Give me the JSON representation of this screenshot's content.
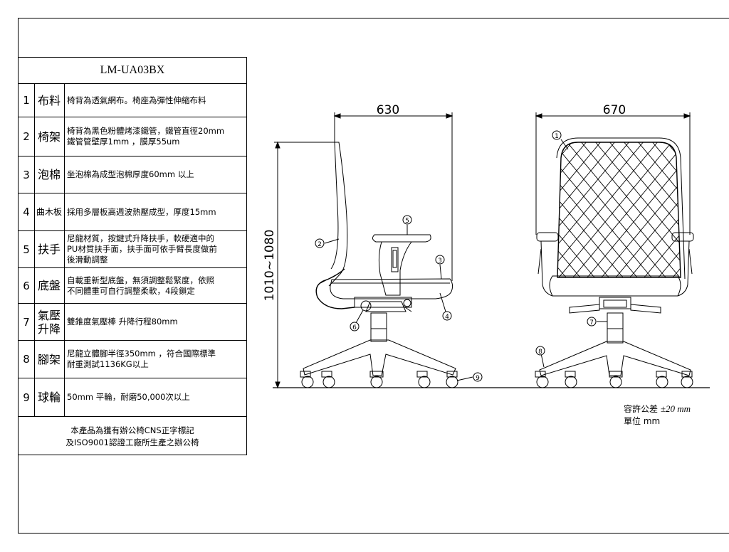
{
  "spec_table": {
    "model": "LM-UA03BX",
    "rows": [
      {
        "num": "1",
        "name": "布料",
        "desc": "椅背為透氣網布。椅座為彈性伸縮布料"
      },
      {
        "num": "2",
        "name": "椅架",
        "desc": "椅背為黑色粉體烤漆鐵管，鐵管直徑20mm\n鐵管管壁厚1mm ，膜厚55um"
      },
      {
        "num": "3",
        "name": "泡棉",
        "desc": "坐泡棉為成型泡棉厚度60mm 以上"
      },
      {
        "num": "4",
        "name": "曲木板",
        "desc": "採用多層板高週波熱壓成型，厚度15mm"
      },
      {
        "num": "5",
        "name": "扶手",
        "desc": "尼龍材質，按鍵式升降扶手，軟硬適中的\nPU材質扶手面，扶手面可依手臂長度做前\n後滑動調整"
      },
      {
        "num": "6",
        "name": "底盤",
        "desc": "自載重新型底盤，無須調整鬆緊度，依照\n不同體重可自行調整柔軟，4段鎖定"
      },
      {
        "num": "7",
        "name": "氣壓\n升降",
        "desc": "雙錐度氣壓棒  升降行程80mm"
      },
      {
        "num": "8",
        "name": "腳架",
        "desc": "尼龍立體腳半徑350mm ，符合國際標準\n耐重測試1136KG以上"
      },
      {
        "num": "9",
        "name": "球輪",
        "desc": "50mm 平輪，耐磨50,000次以上"
      }
    ],
    "note": "本產品為獲有辦公椅CNS正字標記\n及ISO9001認證工廠所生產之辦公椅"
  },
  "dimensions": {
    "depth": "630",
    "width": "670",
    "height": "1010~1080"
  },
  "callouts": {
    "side": [
      "2",
      "5",
      "3",
      "4",
      "6",
      "9"
    ],
    "front": [
      "1",
      "7",
      "8"
    ]
  },
  "tolerance": {
    "label": "容許公差",
    "value": "±20  mm",
    "unit_label": "單位 mm"
  }
}
